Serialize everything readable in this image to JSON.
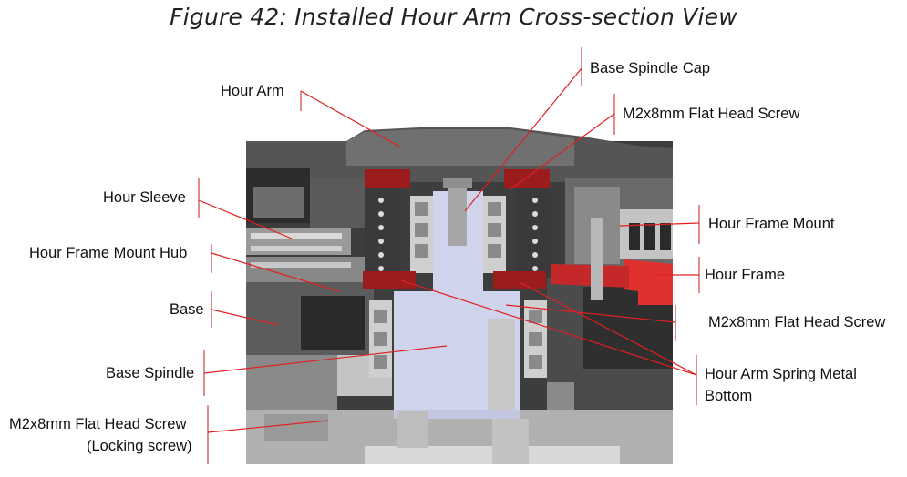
{
  "figure": {
    "title": "Figure 42: Installed Hour Arm Cross-section View"
  },
  "labels": {
    "hour_arm": "Hour Arm",
    "hour_sleeve": "Hour Sleeve",
    "hour_frame_mount_hub": "Hour Frame Mount Hub",
    "base": "Base",
    "base_spindle": "Base Spindle",
    "locking_screw_line1": "M2x8mm Flat Head Screw",
    "locking_screw_line2": "(Locking screw)",
    "base_spindle_cap": "Base Spindle Cap",
    "top_screw": "M2x8mm Flat Head Screw",
    "hour_frame_mount": "Hour Frame Mount",
    "hour_frame": "Hour Frame",
    "right_screw": "M2x8mm Flat Head Screw",
    "spring_bottom_line1": "Hour Arm Spring Metal",
    "spring_bottom_line2": "Bottom"
  },
  "colors": {
    "leader_line": "#e02020",
    "bracket": "#d04040",
    "dark_metal": "#4a4a4a",
    "mid_metal": "#7a7a7a",
    "spindle": "#d0d3ec",
    "red_part": "#9b1c1c",
    "hour_frame_red": "#e03030"
  }
}
